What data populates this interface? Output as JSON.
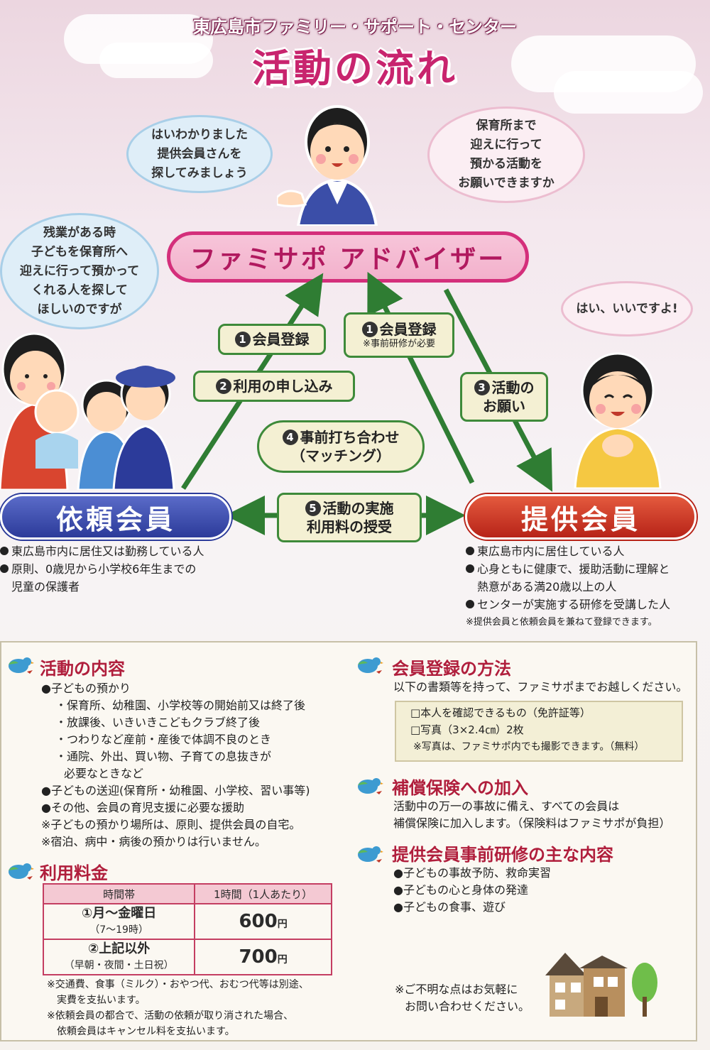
{
  "header": {
    "subtitle": "東広島市ファミリー・サポート・センター",
    "title": "活動の流れ"
  },
  "bubbles": {
    "adviser_left": "はいわかりました\n提供会員さんを\n探してみましょう",
    "adviser_right": "保育所まで\n迎えに行って\n預かる活動を\nお願いできますか",
    "client": "残業がある時\n子どもを保育所へ\n迎えに行って預かって\nくれる人を探して\nほしいのですが",
    "provider": "はい、いいですよ!"
  },
  "roles": {
    "adviser": "ファミサポ アドバイザー",
    "client": "依頼会員",
    "provider": "提供会員"
  },
  "steps": {
    "s1_client_num": "1",
    "s1_client": "会員登録",
    "s2_num": "2",
    "s2": "利用の申し込み",
    "s1_provider_num": "1",
    "s1_provider": "会員登録",
    "s1_provider_note": "※事前研修が必要",
    "s3_num": "3",
    "s3_line1": "活動の",
    "s3_line2": "お願い",
    "s4_num": "4",
    "s4_line1": "事前打ち合わせ",
    "s4_line2": "（マッチング）",
    "s5_num": "5",
    "s5_line1": "活動の実施",
    "s5_line2": "利用料の授受"
  },
  "client_conditions": [
    "東広島市内に居住又は勤務している人",
    "原則、0歳児から小学校6年生までの",
    "児童の保護者"
  ],
  "provider_conditions": [
    "東広島市内に居住している人",
    "心身ともに健康で、援助活動に理解と",
    "熱意がある満20歳以上の人",
    "センターが実施する研修を受講した人"
  ],
  "provider_note": "※提供会員と依頼会員を兼ねて登録できます。",
  "activities": {
    "title": "活動の内容",
    "items": [
      "●子どもの預かり",
      "・保育所、幼稚園、小学校等の開始前又は終了後",
      "・放課後、いきいきこどもクラブ終了後",
      "・つわりなど産前・産後で体調不良のとき",
      "・通院、外出、買い物、子育ての息抜きが",
      "必要なときなど",
      "●子どもの送迎(保育所・幼稚園、小学校、習い事等)",
      "●その他、会員の育児支援に必要な援助",
      "※子どもの預かり場所は、原則、提供会員の自宅。",
      "※宿泊、病中・病後の預かりは行いません。"
    ]
  },
  "fees": {
    "title": "利用料金",
    "col1": "時間帯",
    "col2": "1時間（1人あたり）",
    "row1_label": "①月～金曜日",
    "row1_sub": "（7～19時）",
    "row1_price": "600",
    "row2_label": "②上記以外",
    "row2_sub": "（早朝・夜間・土日祝）",
    "row2_price": "700",
    "unit": "円",
    "notes": [
      "※交通費、食事（ミルク）・おやつ代、おむつ代等は別途、",
      "実費を支払います。",
      "※依頼会員の都合で、活動の依頼が取り消された場合、",
      "依頼会員はキャンセル料を支払います。"
    ]
  },
  "registration": {
    "title": "会員登録の方法",
    "intro": "以下の書類等を持って、ファミサポまでお越しください。",
    "docs": [
      "□本人を確認できるもの（免許証等）",
      "□写真（3×2.4㎝）2枚",
      "※写真は、ファミサポ内でも撮影できます。（無料）"
    ]
  },
  "insurance": {
    "title": "補償保険への加入",
    "lines": [
      "活動中の万一の事故に備え、すべての会員は",
      "補償保険に加入します。（保険料はファミサポが負担）"
    ]
  },
  "training": {
    "title": "提供会員事前研修の主な内容",
    "items": [
      "●子どもの事故予防、救命実習",
      "●子どもの心と身体の発達",
      "●子どもの食事、遊び"
    ]
  },
  "contact": {
    "line1": "※ご不明な点はお気軽に",
    "line2": "お問い合わせください。"
  },
  "colors": {
    "accent_pink": "#d42f7b",
    "client_blue": "#2c3b9a",
    "provider_red": "#b72318",
    "arrow_green": "#2f7d33",
    "section_title": "#b01e3c"
  }
}
